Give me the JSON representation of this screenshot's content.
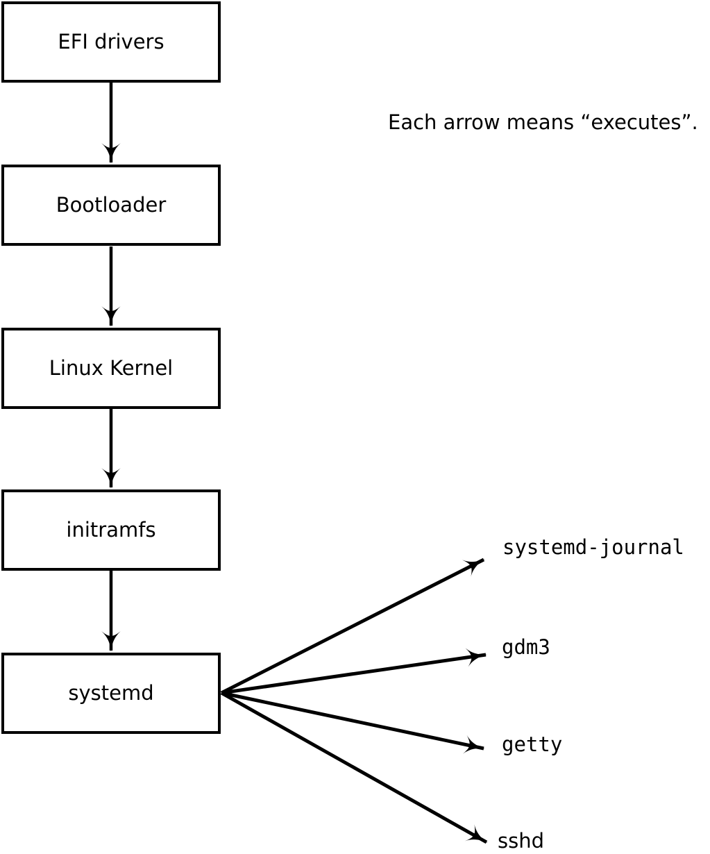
{
  "note": "Each arrow means “executes”.",
  "boot_chain": {
    "boxes": [
      {
        "label": "EFI drivers"
      },
      {
        "label": "Bootloader"
      },
      {
        "label": "Linux Kernel"
      },
      {
        "label": "initramfs"
      },
      {
        "label": "systemd"
      }
    ]
  },
  "spawned_processes": [
    {
      "label": "systemd-journal"
    },
    {
      "label": "gdm3"
    },
    {
      "label": "getty"
    },
    {
      "label": "sshd"
    }
  ],
  "arrow_meaning": "executes",
  "colors": {
    "background": "#ffffff",
    "line": "#000000",
    "text": "#000000"
  }
}
